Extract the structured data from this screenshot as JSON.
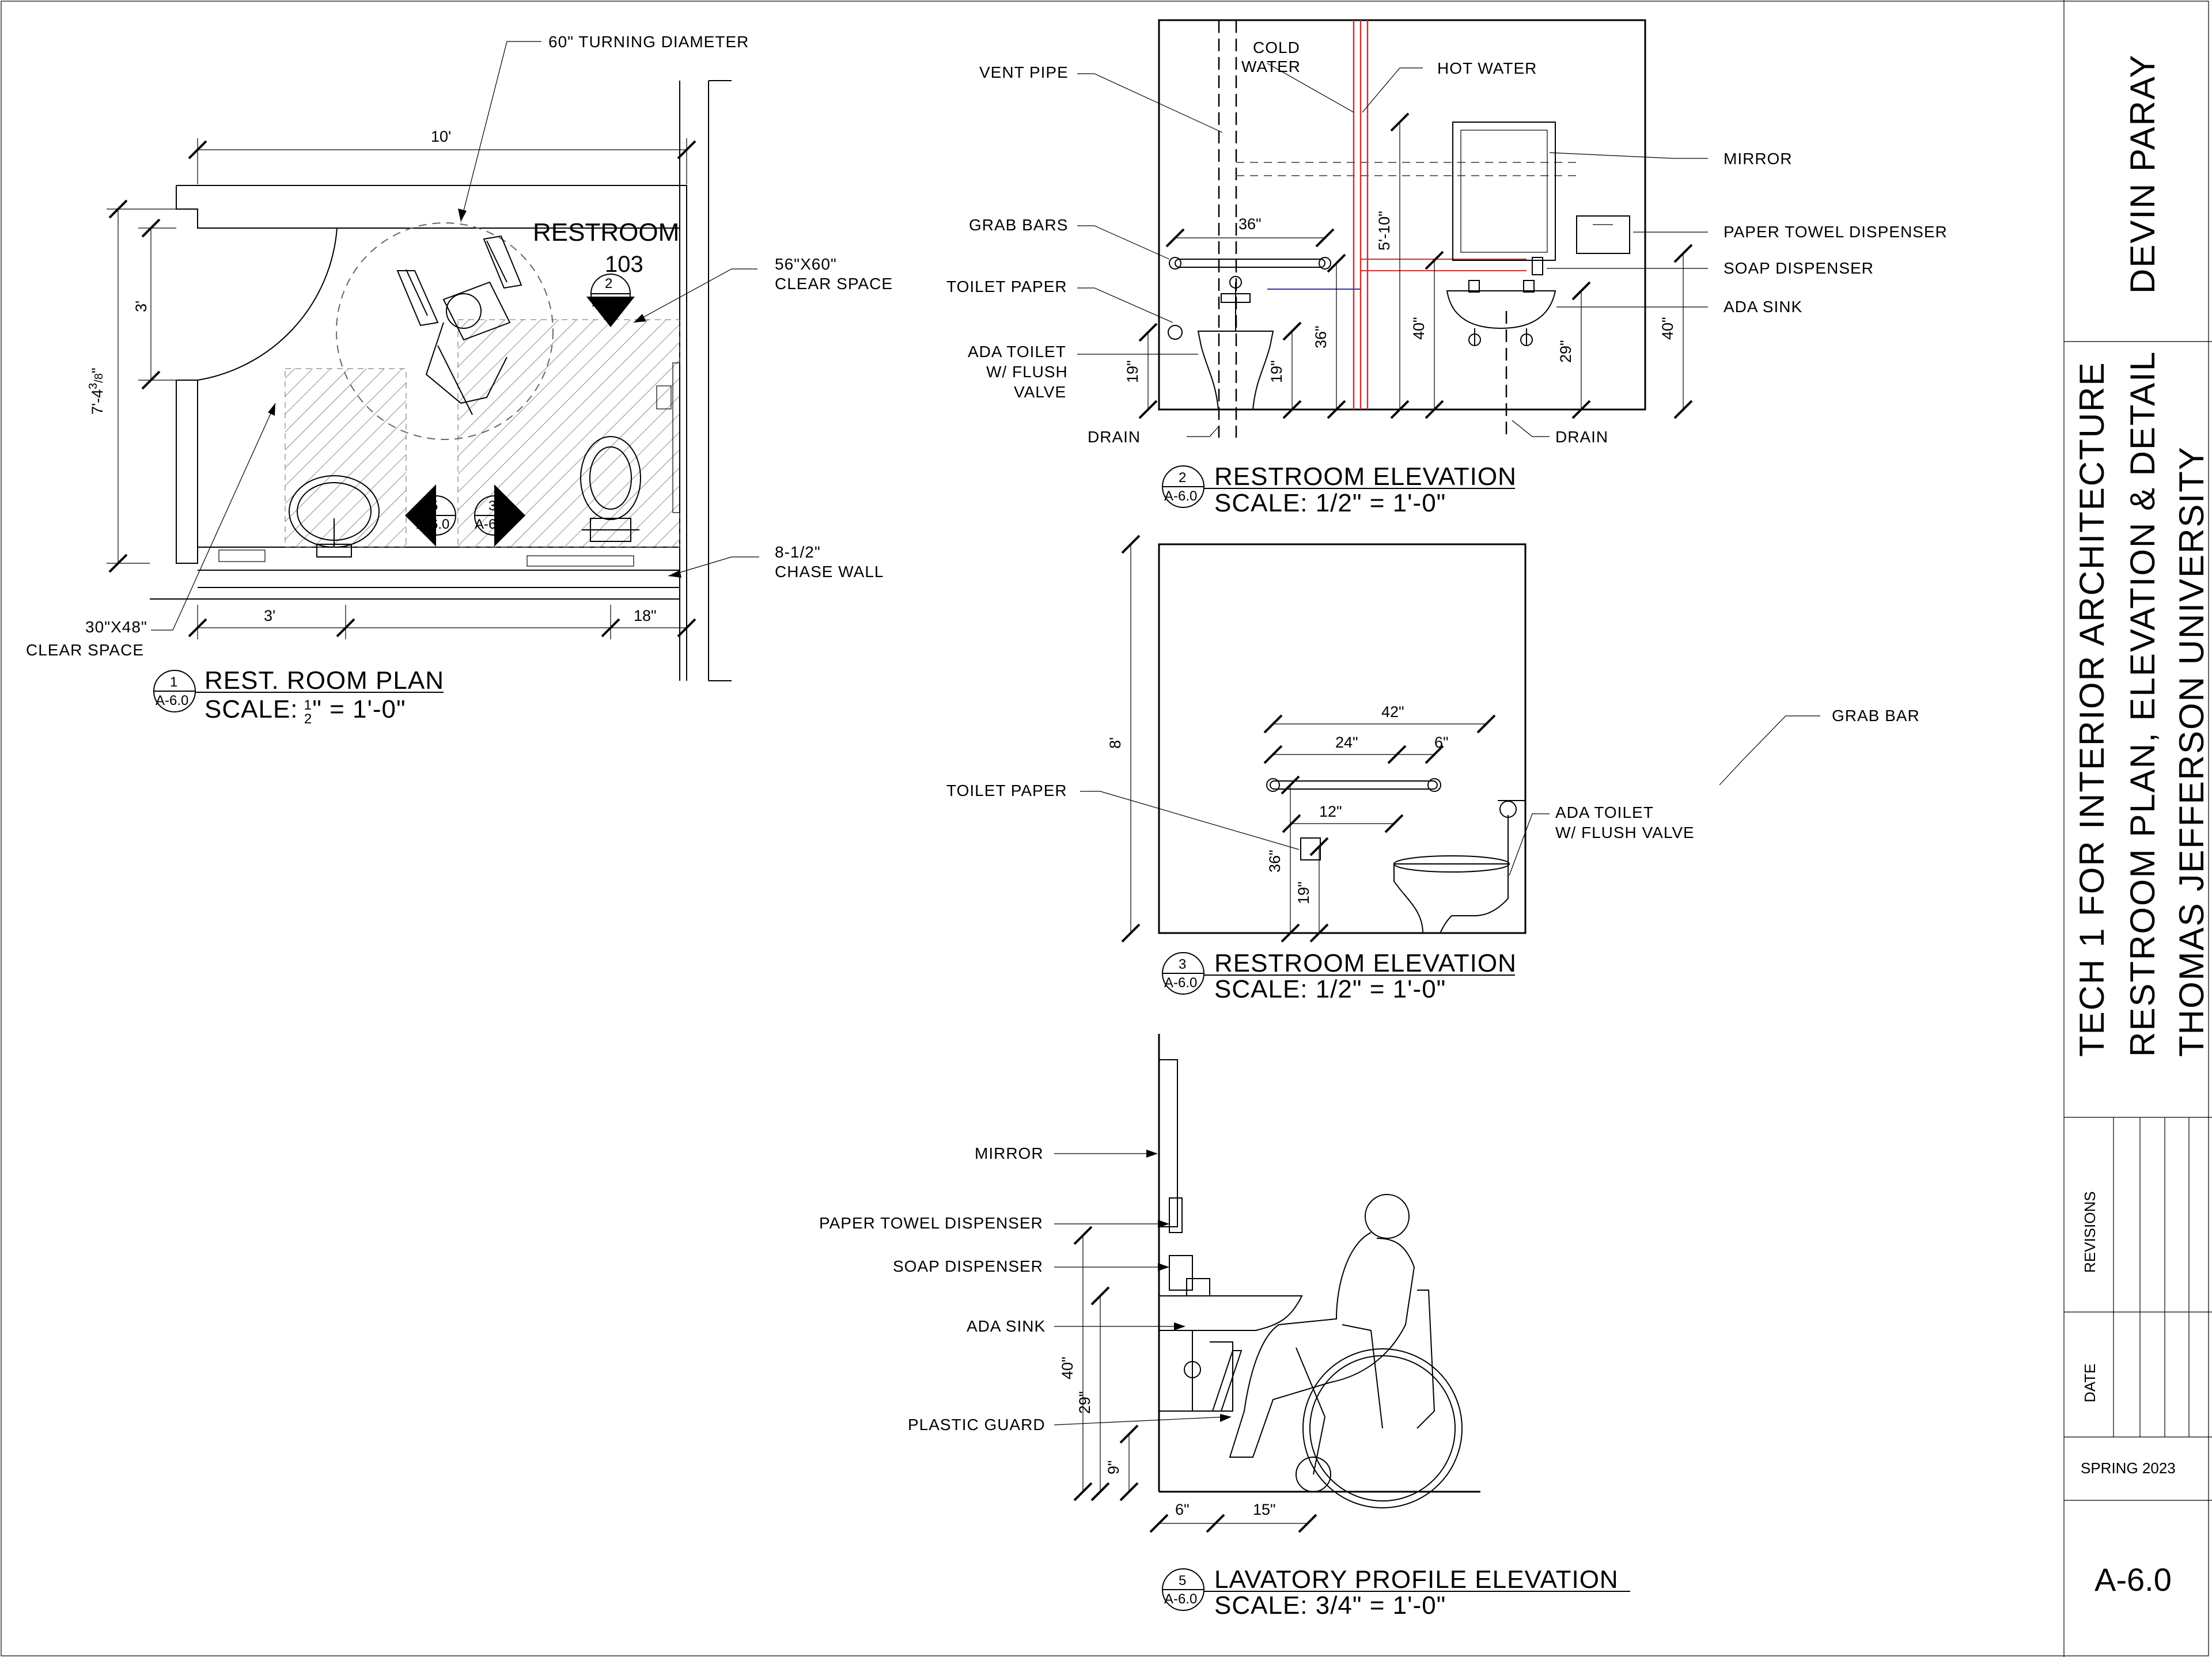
{
  "sheet": {
    "author": "DEVIN PARAY",
    "course": "TECH 1 FOR INTERIOR ARCHITECTURE",
    "drawing_title": "RESTROOM PLAN, ELEVATION & DETAIL",
    "school": "THOMAS JEFFERSON UNIVERSITY",
    "revisions_label": "REVISIONS",
    "date_label": "DATE",
    "term": "SPRING 2023",
    "sheet_number": "A-6.0"
  },
  "plan": {
    "room_name": "RESTROOM",
    "room_number": "103",
    "title": "REST. ROOM PLAN",
    "scale": "SCALE:",
    "scale_value": "\" = 1'-0\"",
    "scale_num": "1",
    "scale_den": "2",
    "bubble_num": "1",
    "bubble_ref": "A-6.0",
    "labels": {
      "turning": "60\" TURNING DIAMETER",
      "clear_56_a": "56\"X60\"",
      "clear_56_b": "CLEAR SPACE",
      "chase_a": "8-1/2\"",
      "chase_b": "CHASE WALL",
      "clear_30_a": "30\"X48\"",
      "clear_30_b": "CLEAR SPACE"
    },
    "dims": {
      "top": "10'",
      "door": "3'",
      "height": "7'-4",
      "height_frac_n": "3",
      "height_frac_d": "8",
      "height_in": "\"",
      "bottom_left": "3'",
      "bottom_right": "18\""
    },
    "markers": [
      {
        "num": "2",
        "ref": "A-6.0"
      },
      {
        "num": "5",
        "ref": "A-6.0"
      },
      {
        "num": "3",
        "ref": "A-6.0"
      }
    ]
  },
  "elev2": {
    "title": "RESTROOM ELEVATION",
    "scale": "SCALE: 1/2\" = 1'-0\"",
    "bubble_num": "2",
    "bubble_ref": "A-6.0",
    "labels": {
      "vent": "VENT PIPE",
      "cold_a": "COLD",
      "cold_b": "WATER",
      "hot": "HOT WATER",
      "mirror": "MIRROR",
      "grab": "GRAB BARS",
      "towel": "PAPER TOWEL DISPENSER",
      "soap": "SOAP DISPENSER",
      "tp": "TOILET PAPER",
      "sink": "ADA SINK",
      "toilet_a": "ADA TOILET",
      "toilet_b": "W/ FLUSH",
      "toilet_c": "VALVE",
      "drain_l": "DRAIN",
      "drain_r": "DRAIN"
    },
    "dims": {
      "grab_w": "36\"",
      "tp_h": "19\"",
      "seat_h": "19\"",
      "grab_h": "36\"",
      "pipe_h": "5'-10\"",
      "mirror_h": "40\"",
      "sink_h": "29\"",
      "towel_h": "40\""
    }
  },
  "elev3": {
    "title": "RESTROOM ELEVATION",
    "scale": "SCALE: 1/2\" = 1'-0\"",
    "bubble_num": "3",
    "bubble_ref": "A-6.0",
    "labels": {
      "grab": "GRAB BAR",
      "tp": "TOILET PAPER",
      "toilet_a": "ADA TOILET",
      "toilet_b": "W/ FLUSH VALVE"
    },
    "dims": {
      "height": "8'",
      "bar_total": "42\"",
      "bar_a": "24\"",
      "bar_b": "6\"",
      "tp_off": "12\"",
      "bar_h": "36\"",
      "tp_h": "19\""
    }
  },
  "elev5": {
    "title": "LAVATORY PROFILE ELEVATION",
    "scale": "SCALE: 3/4\" = 1'-0\"",
    "bubble_num": "5",
    "bubble_ref": "A-6.0",
    "labels": {
      "mirror": "MIRROR",
      "towel": "PAPER TOWEL DISPENSER",
      "soap": "SOAP DISPENSER",
      "sink": "ADA SINK",
      "guard": "PLASTIC GUARD"
    },
    "dims": {
      "h40": "40\"",
      "h29": "29\"",
      "h9": "9\"",
      "d6": "6\"",
      "d15": "15\""
    }
  }
}
